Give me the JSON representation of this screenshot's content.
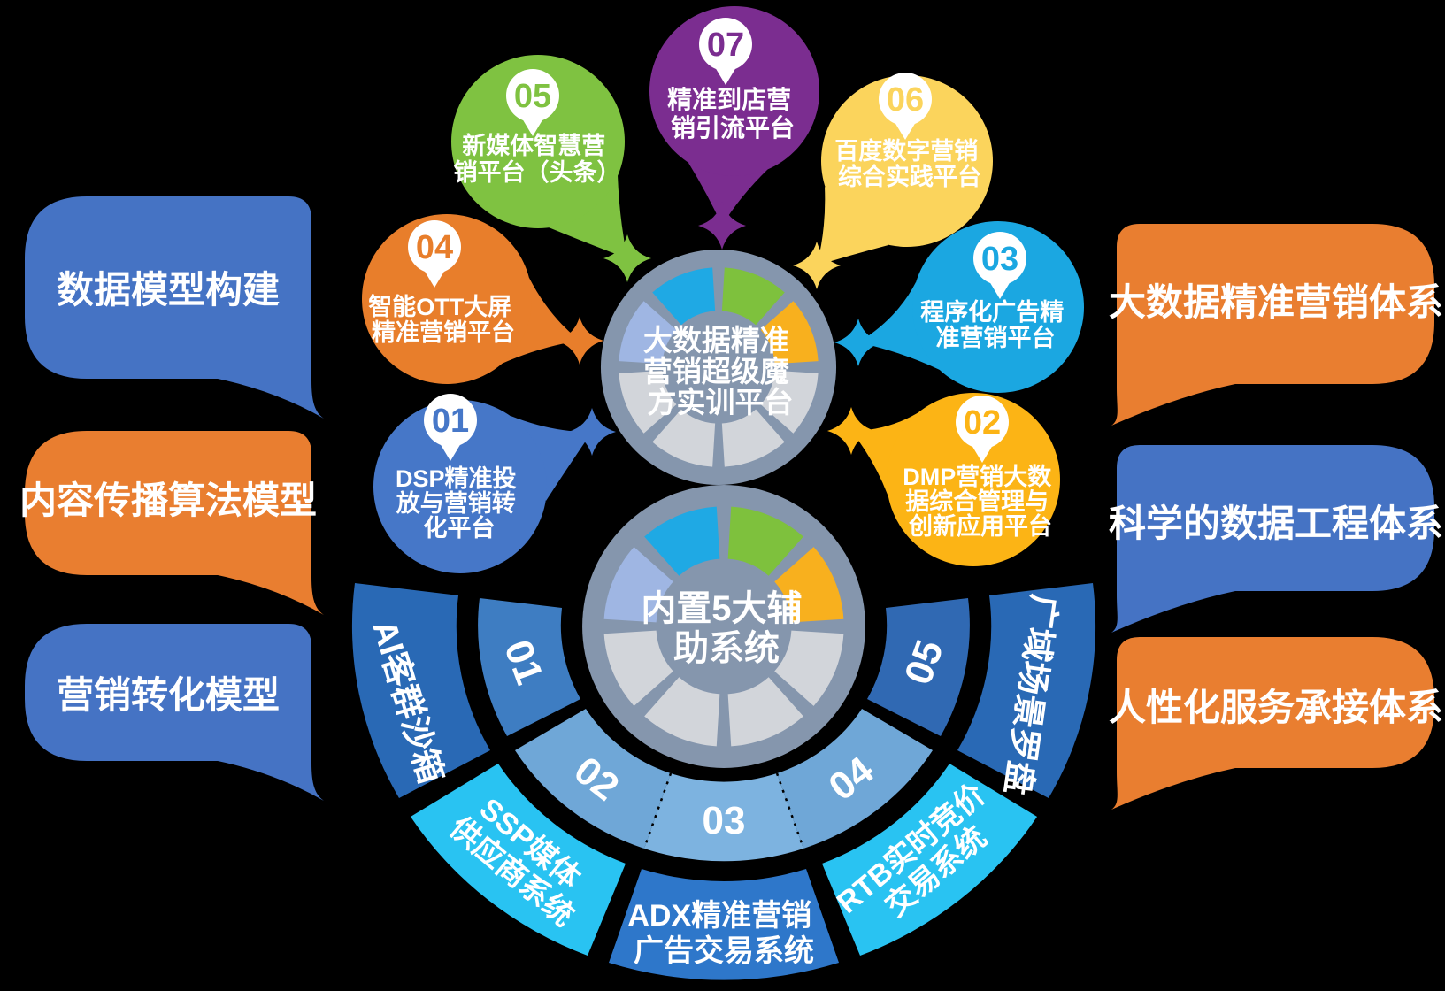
{
  "palette": {
    "background": "#000000",
    "donut_ring": "#8596AD",
    "wedge_colors": [
      "#9FB6E3",
      "#1FA9E4",
      "#7EC13D",
      "#F8B01E",
      "#D2D5DA",
      "#D2D5DA",
      "#D2D5DA",
      "#D2D5DA"
    ]
  },
  "center_hub": {
    "lines": [
      "大数据精准",
      "营销超级魔",
      "方实训平台"
    ]
  },
  "inner_hub": {
    "lines": [
      "内置5大辅",
      "助系统"
    ]
  },
  "bubbles": [
    {
      "number": "01",
      "color": "#4677C8",
      "lines": [
        "DSP精准投",
        "放与营销转",
        "化平台"
      ]
    },
    {
      "number": "02",
      "color": "#FCB415",
      "lines": [
        "DMP营销大数",
        "据综合管理与",
        "创新应用平台"
      ]
    },
    {
      "number": "03",
      "color": "#1BA7E1",
      "lines": [
        "程序化广告精",
        "准营销平台"
      ]
    },
    {
      "number": "04",
      "color": "#E87E2B",
      "lines": [
        "智能OTT大屏",
        "精准营销平台"
      ]
    },
    {
      "number": "05",
      "color": "#7FC241",
      "lines": [
        "新媒体智慧营",
        "销平台（头条）"
      ]
    },
    {
      "number": "06",
      "color": "#FBD45C",
      "lines": [
        "百度数字营销",
        "综合实践平台"
      ]
    },
    {
      "number": "07",
      "color": "#7B2D90",
      "lines": [
        "精准到店营",
        "销引流平台"
      ]
    }
  ],
  "fan": {
    "segments": [
      {
        "number": "01",
        "label_lines": [
          "AI客群沙箱"
        ],
        "outer_color": "#2969B5",
        "inner_color": "#3E7DC2"
      },
      {
        "number": "02",
        "label_lines": [
          "SSP媒体",
          "供应商系统"
        ],
        "outer_color": "#29C3F2",
        "inner_color": "#6FA7D7"
      },
      {
        "number": "03",
        "label_lines": [
          "ADX精准营销",
          "广告交易系统"
        ],
        "outer_color": "#2E77CA",
        "inner_color": "#7DB3E0"
      },
      {
        "number": "04",
        "label_lines": [
          "RTB实时竞价",
          "交易系统"
        ],
        "outer_color": "#29C3F2",
        "inner_color": "#6FA7D7"
      },
      {
        "number": "05",
        "label_lines": [
          "广域场景罗盘"
        ],
        "outer_color": "#2969B5",
        "inner_color": "#3069B3"
      }
    ]
  },
  "banners": {
    "left": [
      {
        "label": "数据模型构建",
        "color": "#4573C4"
      },
      {
        "label": "内容传播算法模型",
        "color": "#E97E30"
      },
      {
        "label": "营销转化模型",
        "color": "#4573C4"
      }
    ],
    "right": [
      {
        "label": "大数据精准营销体系",
        "color": "#E97E30"
      },
      {
        "label": "科学的数据工程体系",
        "color": "#4573C4"
      },
      {
        "label": "人性化服务承接体系",
        "color": "#E97E30"
      }
    ]
  }
}
